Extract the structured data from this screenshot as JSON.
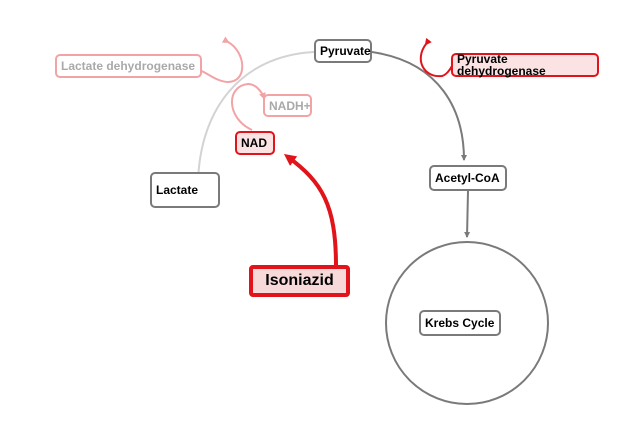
{
  "nodes": {
    "pyruvate": "Pyruvate",
    "lactate_dehydrogenase": "Lactate dehydrogenase",
    "pyruvate_dehydrogenase": "Pyruvate dehydrogenase",
    "nadh": "NADH+",
    "nad": "NAD",
    "lactate": "Lactate",
    "acetyl_coa": "Acetyl-CoA",
    "krebs_cycle": "Krebs Cycle",
    "isoniazid": "Isoniazid"
  },
  "colors": {
    "inhibitor_red": "#e0141a",
    "faded_red": "#f2a3a6",
    "pathway_gray": "#7a7a7a",
    "faded_gray": "#d3d3d3"
  }
}
